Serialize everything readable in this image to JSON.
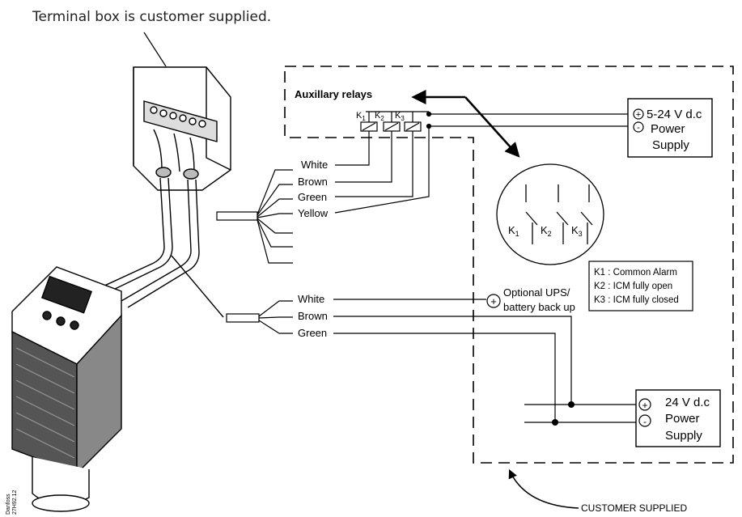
{
  "header_note": "Terminal box is customer supplied.",
  "aux_relays_label": "Auxillary relays",
  "relay_labels": [
    "K",
    "K",
    "K"
  ],
  "relay_subscripts": [
    "1",
    "2",
    "3"
  ],
  "top_supply": {
    "voltage": "5-24 V d.c",
    "line2": "Power",
    "line3": "Supply",
    "plus": "+",
    "minus": "-"
  },
  "aux_wires": [
    "White",
    "Brown",
    "Green",
    "Yellow"
  ],
  "power_wires": [
    "White",
    "Brown",
    "Green"
  ],
  "ups_label_1": "Optional UPS/",
  "ups_label_2": "battery back up",
  "legend": [
    "K1 : Common Alarm",
    "K2 : ICM fully open",
    "K3 : ICM fully closed"
  ],
  "bottom_supply": {
    "voltage": "24 V d.c",
    "line2": "Power",
    "line3": "Supply",
    "plus": "+",
    "minus": "-"
  },
  "customer_supplied": "CUSTOMER SUPPLIED",
  "doc_id_1": "Danfoss",
  "doc_id_2": "27H92.12"
}
